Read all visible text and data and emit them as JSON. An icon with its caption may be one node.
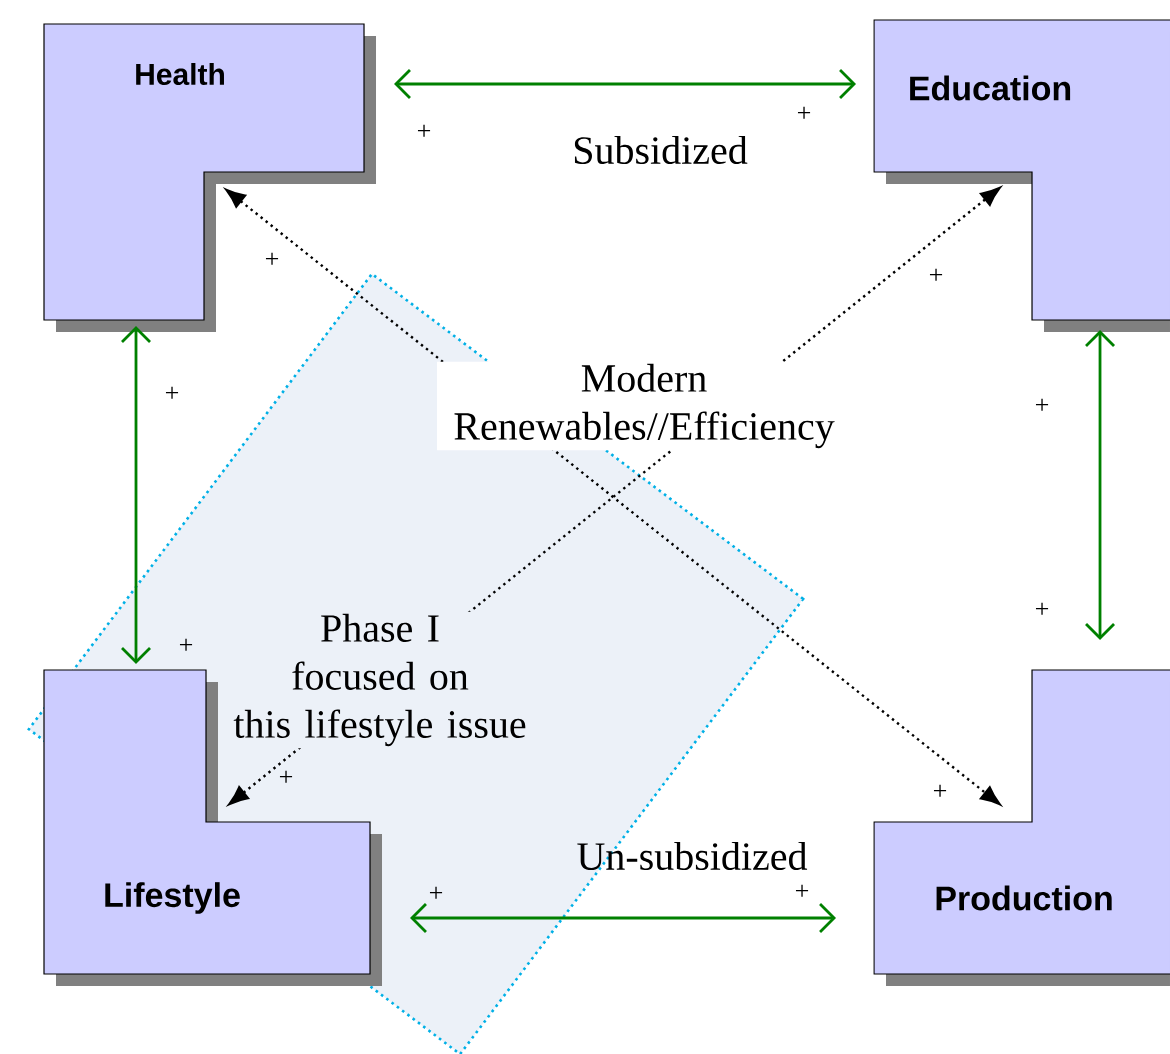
{
  "diagram": {
    "nodes": [
      {
        "text": [
          "Health"
        ]
      },
      {
        "text": [
          "Education"
        ]
      },
      {
        "text": [
          "Lifestyle"
        ]
      },
      {
        "text": [
          "Production"
        ]
      }
    ],
    "edges": [
      {
        "from": 0,
        "to": 1,
        "arrow": "both",
        "label": "Subsidized"
      },
      {
        "from": 0,
        "to": 3,
        "arrow": "both",
        "style": "dashed",
        "color": "#000000"
      },
      {
        "from": 2,
        "to": 1,
        "arrow": "both",
        "style": "dashed",
        "color": "#000000"
      },
      {
        "from": 0,
        "to": 2,
        "arrow": "both"
      },
      {
        "from": 1,
        "to": 3,
        "arrow": "both"
      },
      {
        "from": 2,
        "to": 3,
        "arrow": "both",
        "label": "Un-subsidized"
      }
    ],
    "labels": [
      "+",
      "+",
      "+",
      "+",
      "Modern Renewables//Efficiency",
      "+",
      "+",
      "+",
      "Phase I focused on this lifestyle issue",
      "+",
      "+",
      "+",
      "+",
      "+"
    ]
  }
}
